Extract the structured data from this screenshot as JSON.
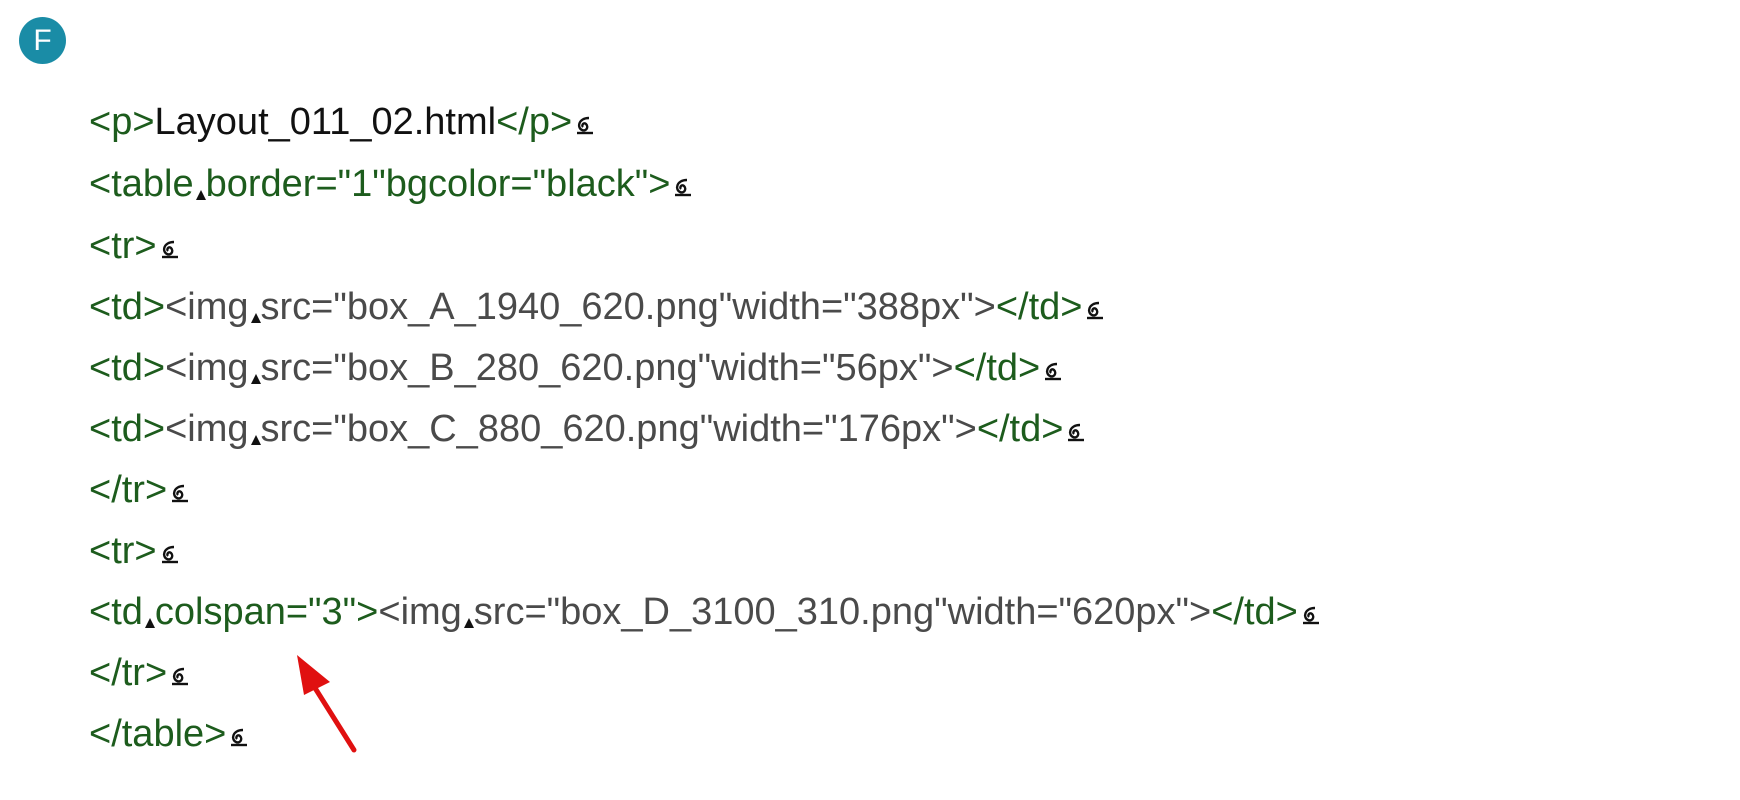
{
  "badge": {
    "letter": "F"
  },
  "icons": {
    "space_marker": "space-marker-triangle",
    "line_end_marker": "line-end-return-icon",
    "pointer": "red-arrow-icon"
  },
  "colors": {
    "badge": "#1a8ca6",
    "tag": "#1d5c1d",
    "text": "#111111",
    "value": "#4a4a4a",
    "arrow": "#e01010"
  },
  "code": {
    "line1": {
      "open": "<p>",
      "text": "Layout_011_02.html",
      "close": "</p>"
    },
    "line2": {
      "a": "<table",
      "b": "border=\"1\"bgcolor=\"black\">"
    },
    "line3": {
      "a": "<tr>"
    },
    "line4": {
      "a": "<td>",
      "b": "<img",
      "c": "src=\"box_A_1940_620.png\"width=\"388px\">",
      "d": "</td>"
    },
    "line5": {
      "a": "<td>",
      "b": "<img",
      "c": "src=\"box_B_280_620.png\"width=\"56px\">",
      "d": "</td>"
    },
    "line6": {
      "a": "<td>",
      "b": "<img",
      "c": "src=\"box_C_880_620.png\"width=\"176px\">",
      "d": "</td>"
    },
    "line7": {
      "a": "</tr>"
    },
    "line8": {
      "a": "<tr>"
    },
    "line9": {
      "a": "<td",
      "b": "colspan=\"3\">",
      "c": "<img",
      "d": "src=\"box_D_3100_310.png\"width=\"620px\">",
      "e": "</td>"
    },
    "line10": {
      "a": "</tr>"
    },
    "line11": {
      "a": "</table>"
    }
  }
}
